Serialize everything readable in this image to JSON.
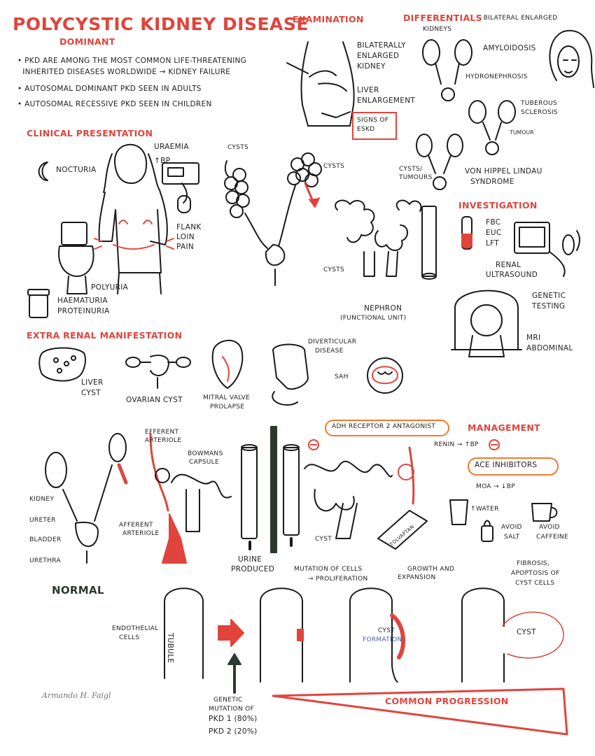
{
  "title": "Polycystic Kidney Disease",
  "subtitle": "Dominant",
  "intro": [
    "• PKD are among the most common life-threatening",
    "  inherited diseases worldwide → kidney failure",
    "• Autosomal dominant PKD seen in adults",
    "• Autosomal recessive PKD seen in children"
  ],
  "examination": {
    "heading": "Examination",
    "items": [
      "Bilaterally",
      "enlarged",
      "kidney",
      "Liver",
      "enlargement"
    ],
    "boxed": [
      "Signs of",
      "ESKD"
    ]
  },
  "differentials": {
    "heading": "Differentials",
    "heading_suffix": "- bilateral enlarged",
    "heading_suffix2": "kidneys",
    "items": [
      "Amyloidosis",
      "Hydronephrosis",
      "Tuberous",
      "sclerosis",
      "Tumour",
      "Cysts/",
      "tumours",
      "Von Hippel Lindau",
      "syndrome"
    ]
  },
  "clinical": {
    "heading": "Clinical Presentation",
    "items": [
      "Uraemia",
      "↑BP",
      "Nocturia",
      "Flank",
      "loin",
      "pain",
      "Polyuria",
      "Haematuria",
      "Proteinuria"
    ]
  },
  "anatomy": {
    "cysts_a": "Cysts",
    "cysts_b": "Cysts",
    "cysts_c": "Cysts",
    "nephron": [
      "Nephron",
      "(functional unit)"
    ]
  },
  "investigation": {
    "heading": "Investigation",
    "blood": [
      "FBC",
      "EUC",
      "LFT"
    ],
    "ultrasound": [
      "Renal",
      "ultrasound"
    ],
    "genetic": [
      "Genetic",
      "testing"
    ],
    "mri": [
      "MRI",
      "abdominal"
    ]
  },
  "extrarenal": {
    "heading": "Extra Renal Manifestation",
    "items": [
      "Liver",
      "cyst",
      "Ovarian cyst",
      "Mitral valve",
      "prolapse",
      "Diverticular",
      "disease",
      "SAH"
    ]
  },
  "nephron_diagram": {
    "efferent": [
      "Efferent",
      "arteriole"
    ],
    "bowmans": [
      "Bowmans",
      "capsule"
    ],
    "afferent": [
      "Afferent",
      "arteriole"
    ],
    "urinary": [
      "Kidney",
      "Ureter",
      "Bladder",
      "Urethra"
    ],
    "urine": [
      "Urine",
      "produced"
    ],
    "cyst": "Cyst",
    "normal": "Normal",
    "tolvaptan": "Tolvaptan"
  },
  "management": {
    "heading": "Management",
    "adh": "ADH receptor 2 antagonist",
    "renin": "Renin → ↑BP",
    "ace": "ACE inhibitors",
    "moa": "MOA → ↓BP",
    "water": "↑Water",
    "salt": [
      "Avoid",
      "salt"
    ],
    "caffeine": [
      "Avoid",
      "caffeine"
    ]
  },
  "progression": {
    "endothelial": [
      "Endothelial",
      "cells"
    ],
    "tubule": "Tubule",
    "mutation": [
      "Mutation of cells",
      "→ proliferation"
    ],
    "growth": [
      "Growth and",
      "expansion"
    ],
    "cyst_formation_a": "Cyst",
    "cyst_formation_b": "Formation",
    "fibrosis": [
      "Fibrosis,",
      "apoptosis of",
      "cyst cells"
    ],
    "cyst": "Cyst",
    "genetic": [
      "Genetic",
      "mutation of",
      "PKD 1 (80%)",
      "PKD 2 (20%)"
    ],
    "common": "Common Progression"
  },
  "signature": "Armando H. Faigl"
}
